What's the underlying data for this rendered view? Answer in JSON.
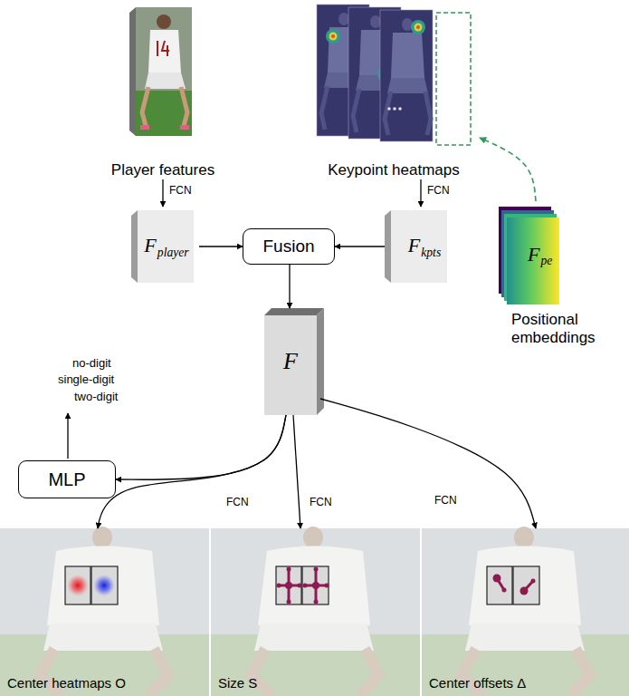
{
  "diagram": {
    "nodes": [
      {
        "text": [
          "Player features"
        ]
      },
      {
        "text": [
          "Keypoint heatmaps"
        ]
      },
      {
        "text": [
          "F",
          "player"
        ]
      },
      {
        "text": [
          "Fusion"
        ]
      },
      {
        "text": [
          "F",
          "kpts"
        ]
      },
      {
        "text": [
          "F",
          "pe",
          "Positional embeddings"
        ]
      },
      {
        "text": [
          "F"
        ]
      },
      {
        "text": [
          "MLP"
        ]
      },
      {
        "text": [
          "Center heatmaps O"
        ]
      },
      {
        "text": [
          "Size S"
        ]
      },
      {
        "text": [
          "Center offsets Δ"
        ]
      }
    ],
    "edges": [
      {
        "from": 0,
        "to": 2,
        "arrow": "to",
        "label": "FCN"
      },
      {
        "from": 1,
        "to": 4,
        "arrow": "to",
        "label": "FCN"
      },
      {
        "from": 2,
        "to": 3,
        "arrow": "to"
      },
      {
        "from": 4,
        "to": 3,
        "arrow": "to"
      },
      {
        "from": 3,
        "to": 6,
        "arrow": "to"
      },
      {
        "from": 5,
        "to": 1,
        "arrow": "to"
      },
      {
        "from": 6,
        "to": 7,
        "arrow": "to"
      },
      {
        "from": 6,
        "to": 8,
        "arrow": "to",
        "label": "FCN"
      },
      {
        "from": 6,
        "to": 9,
        "arrow": "to",
        "label": "FCN"
      },
      {
        "from": 6,
        "to": 10,
        "arrow": "to",
        "label": "FCN"
      }
    ],
    "labels": [
      "no-digit",
      "single-digit",
      "two-digit"
    ]
  }
}
